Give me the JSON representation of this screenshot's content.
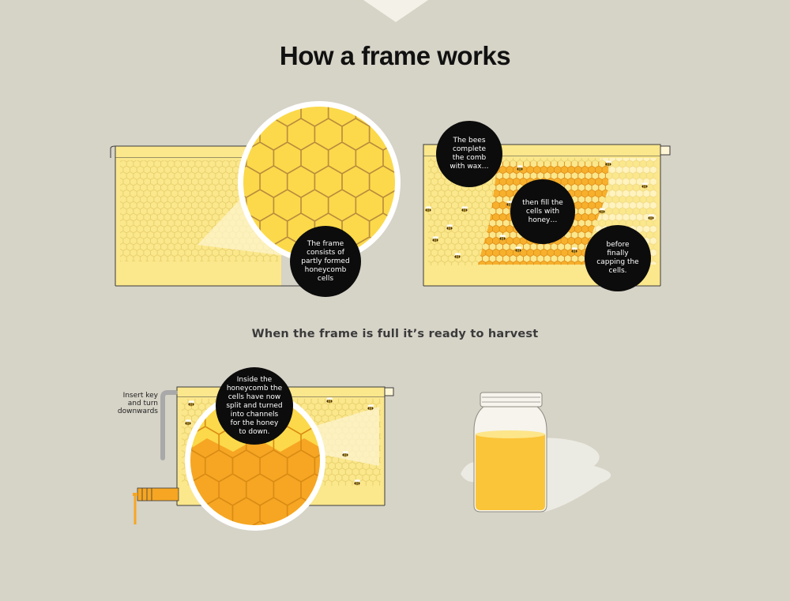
{
  "title": "How a frame works",
  "subtitle": "When the frame is full it’s ready to harvest",
  "callouts": {
    "partly_formed": "The frame consists of partly formed honeycomb cells",
    "complete_comb": "The bees complete the comb with wax…",
    "fill_honey": "then fill the cells with honey…",
    "capping": "before finally capping the cells.",
    "channels": "Inside the honeycomb the cells have now split and turned into channels for the honey to down.",
    "insert_key": "Insert key and turn downwards"
  },
  "colors": {
    "background": "#d6d3c7",
    "frame_yellow": "#fbe78c",
    "honey_orange": "#f6a623",
    "cell_line": "#b78a3c",
    "callout_black": "#0c0c0c"
  },
  "icons": [
    "bee-icon",
    "honey-jar-icon",
    "tap-icon",
    "key-handle-icon"
  ]
}
